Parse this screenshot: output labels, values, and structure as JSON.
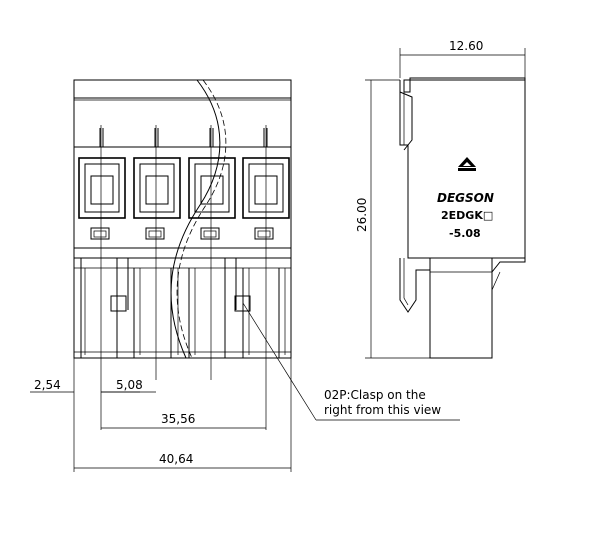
{
  "dimensions": {
    "pitch_left": "2,54",
    "pitch": "5,08",
    "span": "35,56",
    "total_width": "40,64",
    "side_width": "12.60",
    "height": "26.00"
  },
  "note": {
    "line1": "02P:Clasp on the",
    "line2": "right from this view"
  },
  "label": {
    "brand": "DEGSON",
    "model": "2EDGK□",
    "pitch": "-5.08"
  },
  "icons": {
    "logo": "degson-logo-icon"
  }
}
